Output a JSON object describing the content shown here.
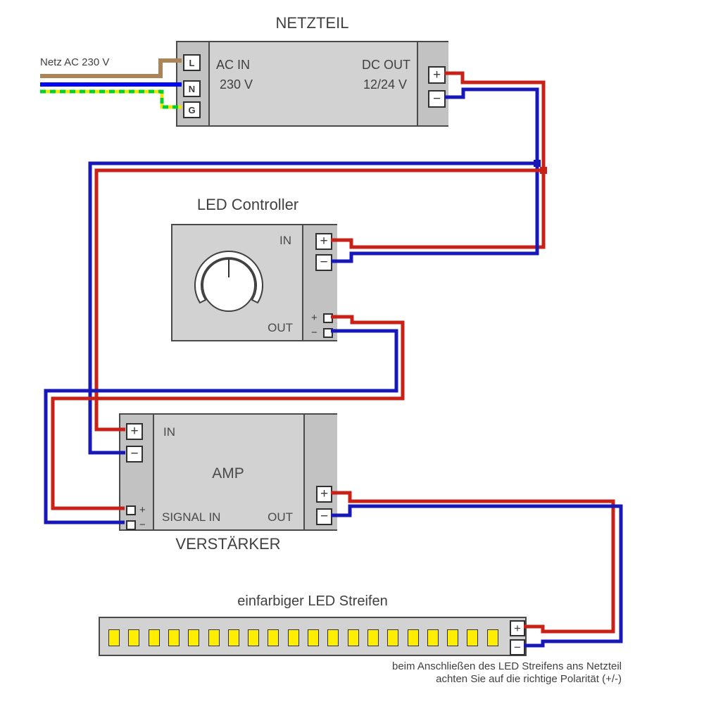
{
  "colors": {
    "wire_red": "#c92017",
    "wire_blue": "#1818b8",
    "mains_brown": "#ab8558",
    "mains_blue": "#0008f0",
    "pe_yellow": "#f2e400",
    "pe_green": "#00d22a",
    "box_fill": "#d2d2d2",
    "strip_fill": "#c2c2c2",
    "outline": "#4a4a4a",
    "led_yellow": "#ffee00"
  },
  "netzteil": {
    "title": "NETZTEIL",
    "mains_label": "Netz AC 230 V",
    "ac_label": "AC IN",
    "ac_value": "230 V",
    "dc_label": "DC OUT",
    "dc_value": "12/24 V",
    "terminals": {
      "l": "L",
      "n": "N",
      "g": "G",
      "plus": "+",
      "minus": "−"
    }
  },
  "controller": {
    "title": "LED Controller",
    "in_label": "IN",
    "out_label": "OUT",
    "plus": "+",
    "minus": "−"
  },
  "amp": {
    "label": "AMP",
    "title": "VERSTÄRKER",
    "in_label": "IN",
    "signal_in_label": "SIGNAL IN",
    "out_label": "OUT",
    "plus": "+",
    "minus": "−"
  },
  "led_strip": {
    "title": "einfarbiger LED Streifen",
    "led_count": 20,
    "plus": "+",
    "minus": "−"
  },
  "note": {
    "line1": "beim Anschließen des LED Streifens ans Netzteil",
    "line2": "achten Sie auf die richtige Polarität (+/-)"
  }
}
